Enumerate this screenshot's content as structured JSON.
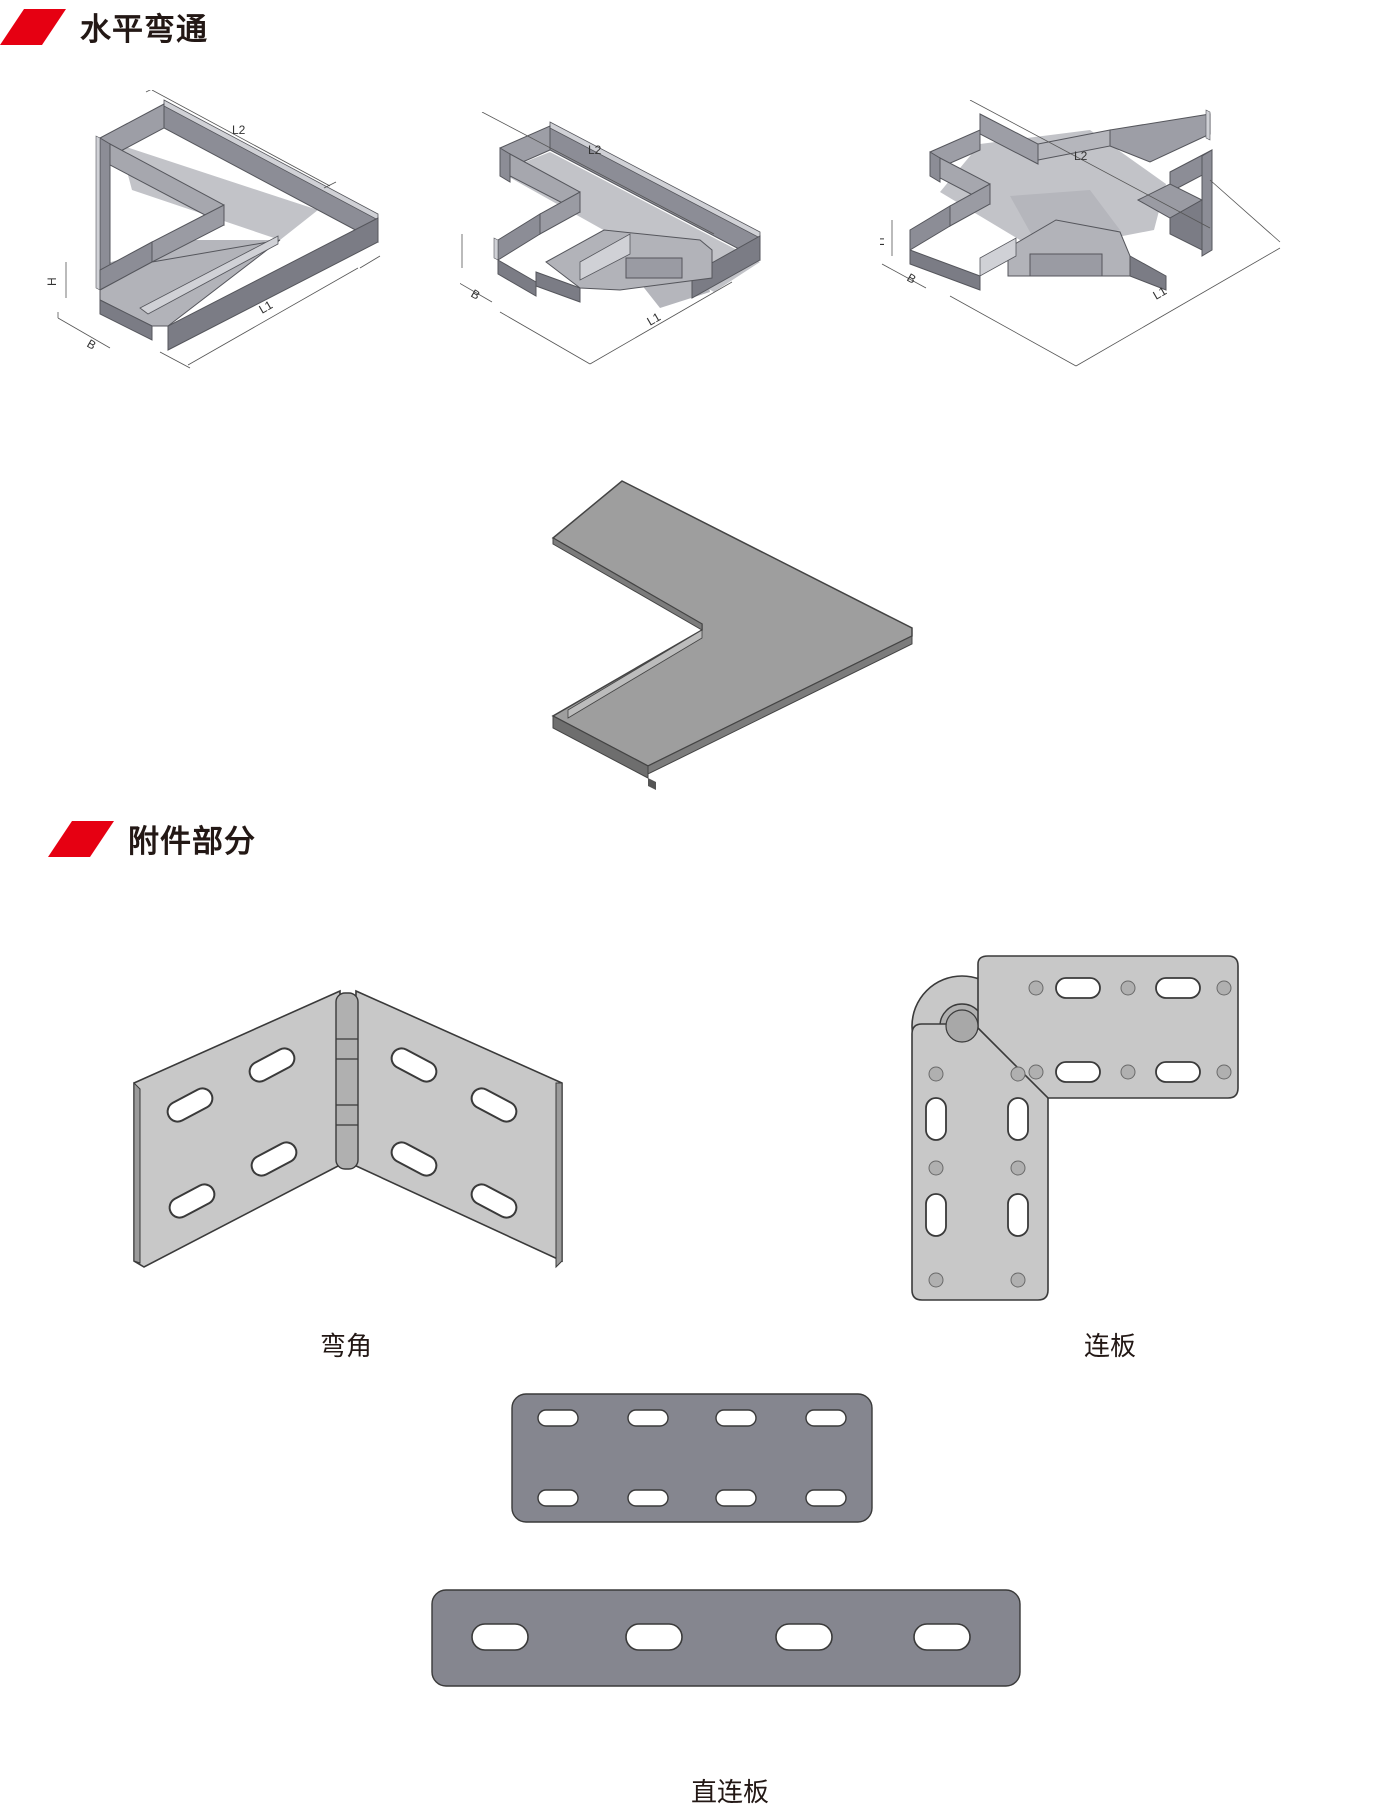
{
  "sections": {
    "bends": {
      "title": "水平弯通"
    },
    "accessories": {
      "title": "附件部分"
    }
  },
  "dimension_labels": {
    "length1": "L1",
    "length2": "L2",
    "width": "B",
    "height": "H"
  },
  "captions": {
    "corner": "弯角",
    "link_plate": "连板",
    "straight_plate": "直连板"
  },
  "colors": {
    "accent_red": "#e60012",
    "tray_dark": "#8c8d96",
    "tray_mid": "#a6a7ae",
    "tray_light": "#c2c3c8",
    "cover_grey": "#9e9e9e",
    "plate_light": "#c8c8c8",
    "plate_dark": "#85868f"
  }
}
